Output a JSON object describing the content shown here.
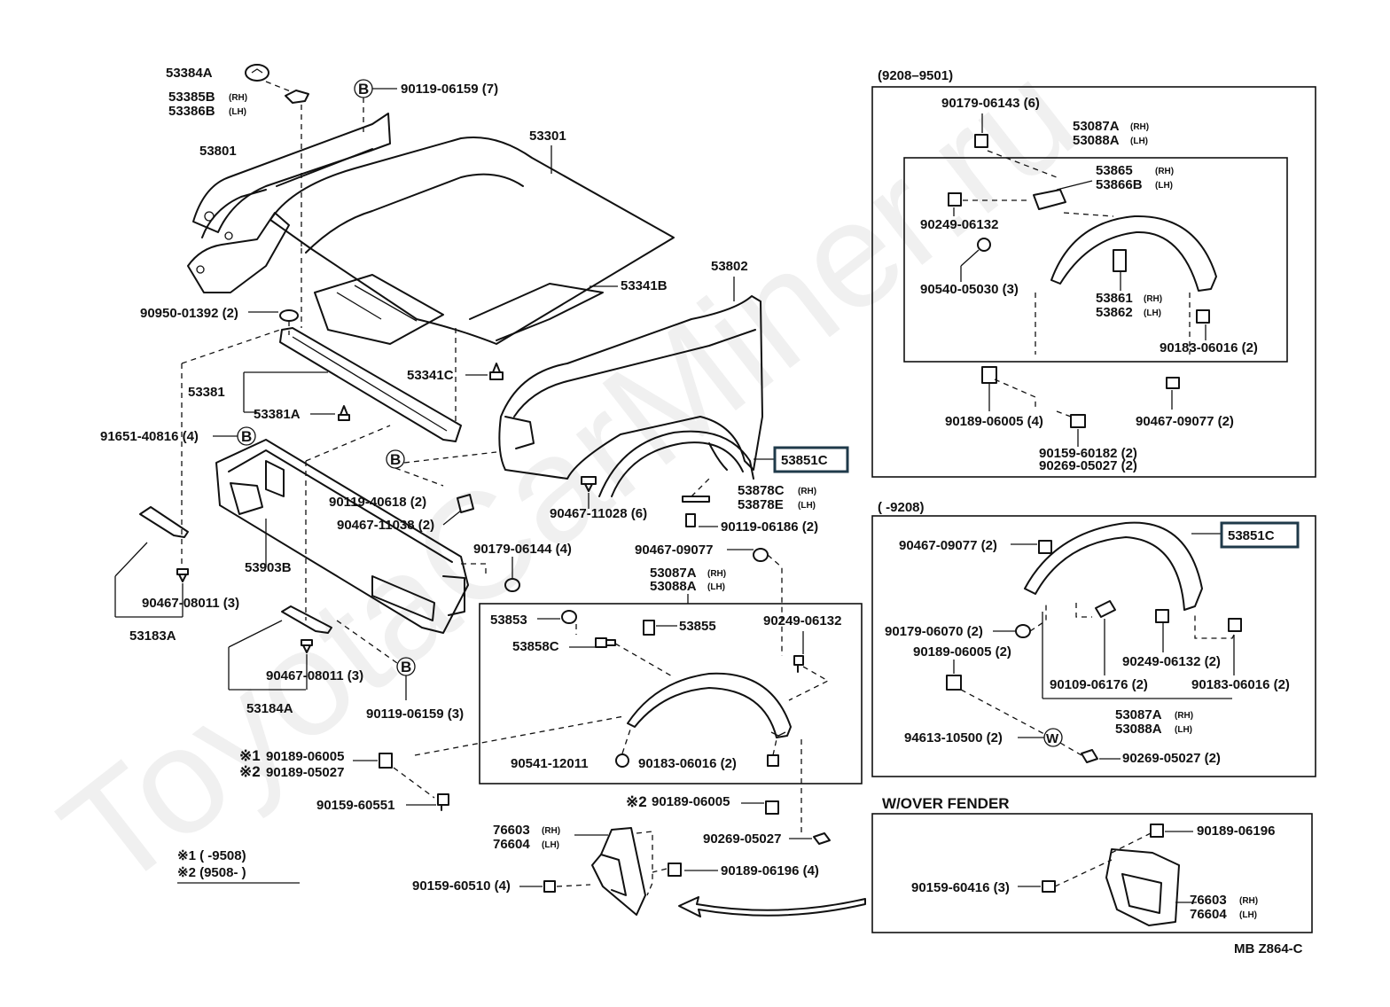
{
  "labels": {
    "l_53384A": "53384A",
    "l_53385B": "53385B",
    "l_53386B": "53386B",
    "l_90119_06159_7": "90119-06159 (7)",
    "l_53801": "53801",
    "l_53301": "53301",
    "l_53802": "53802",
    "l_53341B": "53341B",
    "l_90950": "90950-01392 (2)",
    "l_53341C": "53341C",
    "l_53381": "53381",
    "l_53381A": "53381A",
    "l_91651": "91651-40816 (4)",
    "l_90119_40618": "90119-40618 (2)",
    "l_90467_11038": "90467-11038 (2)",
    "l_90467_11028": "90467-11028 (6)",
    "l_53851C_a": "53851C",
    "l_53878C": "53878C",
    "l_53878E": "53878E",
    "l_90119_06186": "90119-06186 (2)",
    "l_53903B": "53903B",
    "l_90179_06144": "90179-06144 (4)",
    "l_90467_09077_m": "90467-09077",
    "l_53087A_m": "53087A",
    "l_53088A_m": "53088A",
    "l_90467_08011_a": "90467-08011 (3)",
    "l_53183A": "53183A",
    "l_53853": "53853",
    "l_53855": "53855",
    "l_53858C": "53858C",
    "l_90249_06132_m": "90249-06132",
    "l_90467_08011_b": "90467-08011 (3)",
    "l_53184A": "53184A",
    "l_90119_06159_3": "90119-06159 (3)",
    "l_90189_06005_m": "90189-06005",
    "l_90189_05027_m": "90189-05027",
    "l_90541": "90541-12011",
    "l_90183_06016_m": "90183-06016 (2)",
    "l_90159_60551": "90159-60551",
    "l_90189_06005_s2": "90189-06005",
    "l_76603_m": "76603",
    "l_76604_m": "76604",
    "l_90269_05027_m": "90269-05027",
    "l_90189_06196_4": "90189-06196 (4)",
    "l_90159_60510": "90159-60510 (4)",
    "l_note1": "※1 (      -9508)",
    "l_note2": "※2 (9508-       )",
    "l_range1": "(9208–9501)",
    "l_90179_06143": "90179-06143 (6)",
    "l_53087A_r1": "53087A",
    "l_53088A_r1": "53088A",
    "l_53865": "53865",
    "l_53866B": "53866B",
    "l_90249_06132_r1": "90249-06132",
    "l_90540": "90540-05030 (3)",
    "l_53861": "53861",
    "l_53862": "53862",
    "l_90183_06016_r1": "90183-06016 (2)",
    "l_90189_06005_r1": "90189-06005 (4)",
    "l_90467_09077_r1": "90467-09077 (2)",
    "l_90159_60182": "90159-60182 (2)",
    "l_90269_05027_r1": "90269-05027 (2)",
    "l_range2": "(      -9208)",
    "l_90467_09077_r2": "90467-09077 (2)",
    "l_53851C_b": "53851C",
    "l_90179_06070": "90179-06070 (2)",
    "l_90189_06005_r2": "90189-06005 (2)",
    "l_90249_06132_r2": "90249-06132 (2)",
    "l_90109_06176": "90109-06176 (2)",
    "l_90183_06016_r2": "90183-06016 (2)",
    "l_53087A_r2": "53087A",
    "l_53088A_r2": "53088A",
    "l_94613": "94613-10500 (2)",
    "l_90269_05027_r2": "90269-05027 (2)",
    "l_wover": "W/OVER  FENDER",
    "l_90189_06196_r": "90189-06196",
    "l_90159_60416": "90159-60416 (3)",
    "l_76603_r": "76603",
    "l_76604_r": "76604",
    "l_code": "MB  Z864-C"
  },
  "suffix": {
    "rh": "(RH)",
    "lh": "(LH)"
  },
  "marks": {
    "b": "B",
    "w": "W",
    "s1": "※1",
    "s2": "※2"
  },
  "watermark": "ToyotaCarMiner.ru"
}
